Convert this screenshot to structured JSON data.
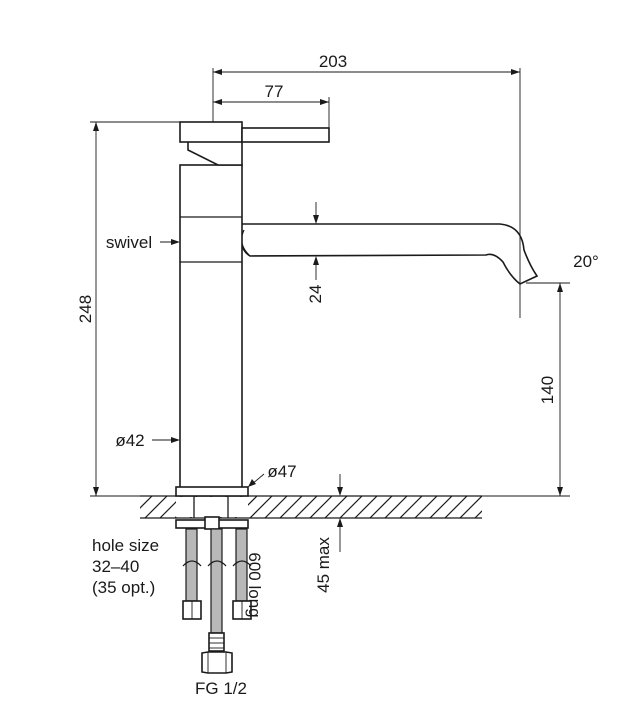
{
  "dimensions": {
    "overall_reach": "203",
    "lever_reach": "77",
    "height": "248",
    "spout_diameter": "24",
    "spout_clearance": "140",
    "body_diameter": "ø42",
    "base_diameter": "ø47",
    "max_counter_thickness": "45 max"
  },
  "labels": {
    "swivel": "swivel",
    "angle": "20°",
    "hole_size_line1": "hole size",
    "hole_size_line2": "32–40",
    "hole_size_line3": "(35 opt.)",
    "hose_length": "600 long",
    "connection": "FG 1/2"
  },
  "colors": {
    "line": "#1a1a1a",
    "hose": "#b8b8b8",
    "background": "#ffffff"
  }
}
